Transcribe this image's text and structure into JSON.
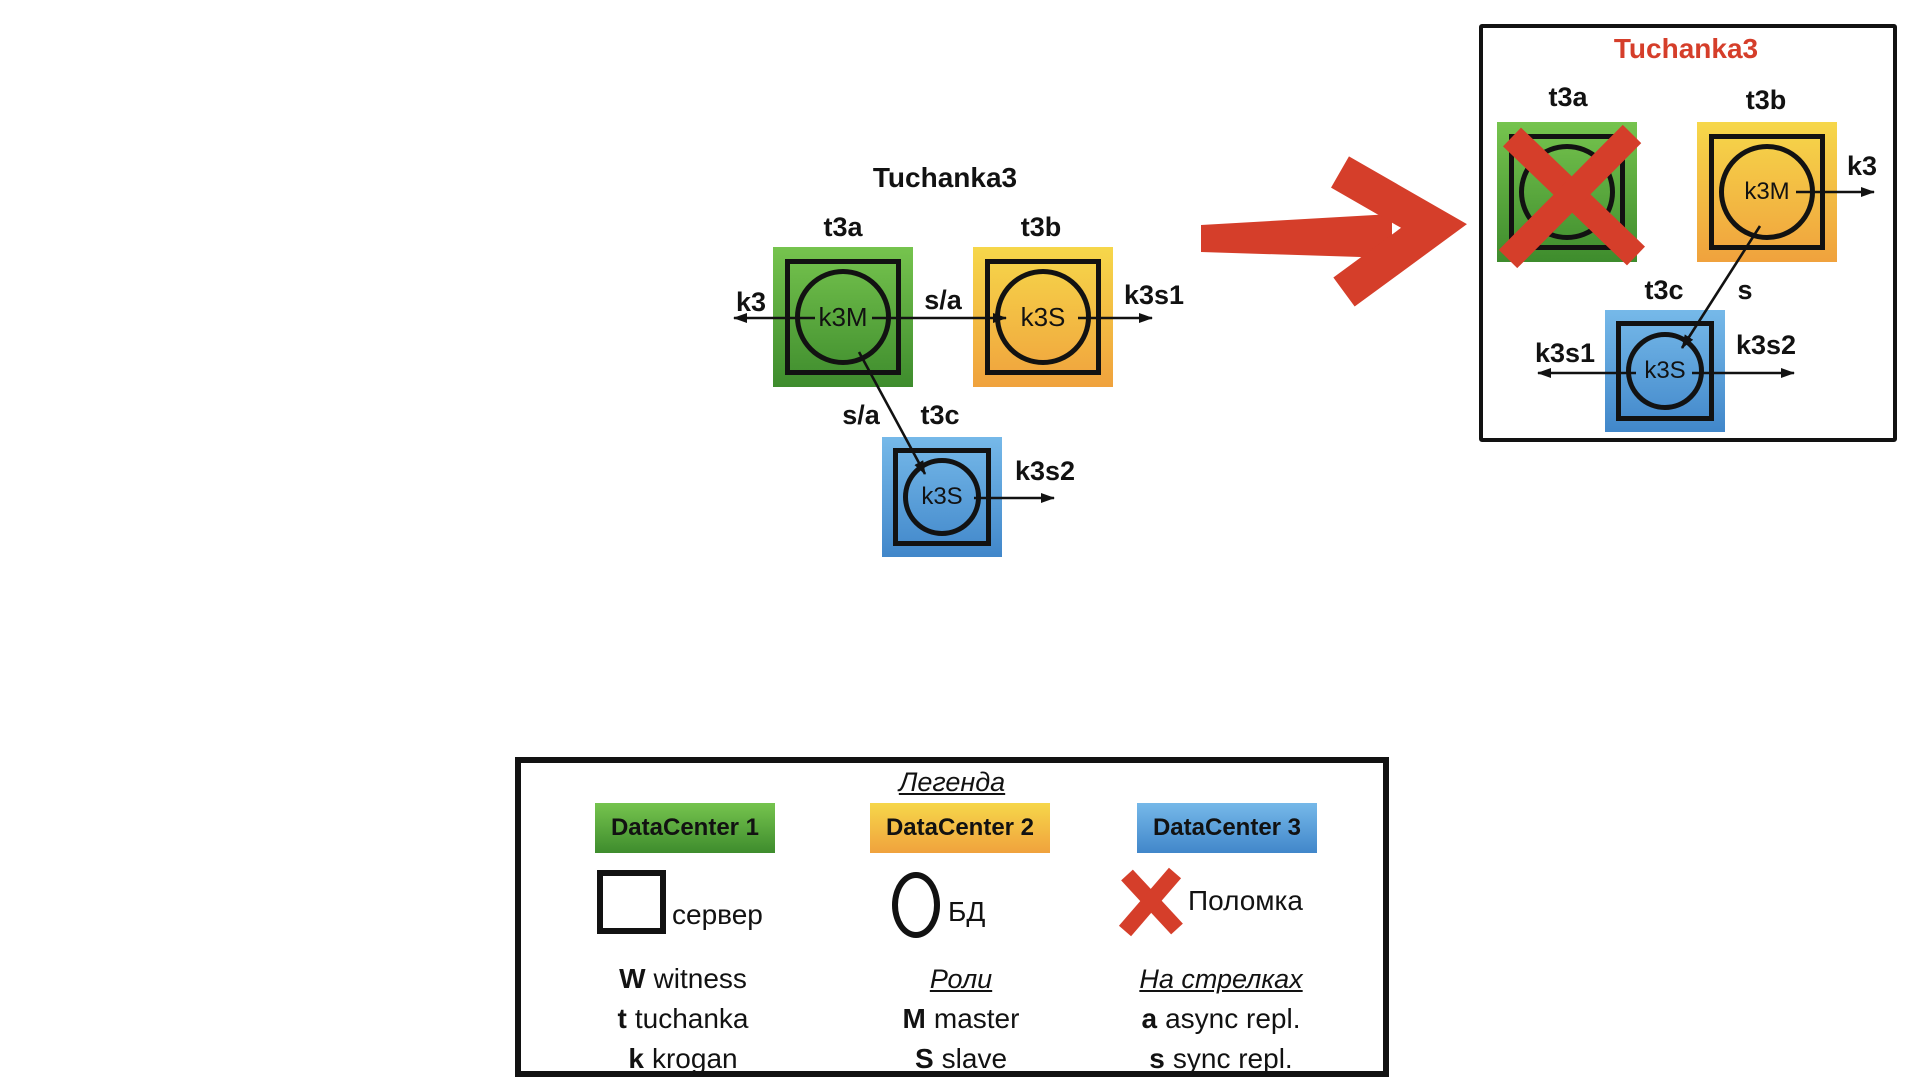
{
  "colors": {
    "datacenter1_green_top": "#76c44e",
    "datacenter1_green_bottom": "#3e8c2d",
    "datacenter2_yellow_top": "#f6d74a",
    "datacenter2_yellow_bottom": "#f0a23d",
    "datacenter3_blue_top": "#76b9e9",
    "datacenter3_blue_bottom": "#4187ca",
    "failure_red": "#d53e2a",
    "line_black": "#121212"
  },
  "left_diagram": {
    "title": "Tuchanka3",
    "nodes": {
      "t3a": {
        "label": "t3a",
        "db": "k3M"
      },
      "t3b": {
        "label": "t3b",
        "db": "k3S"
      },
      "t3c": {
        "label": "t3c",
        "db": "k3S"
      }
    },
    "arrow_labels": {
      "k3": "k3",
      "sa_top": "s/a",
      "k3s1": "k3s1",
      "sa_diag": "s/a",
      "k3s2": "k3s2"
    }
  },
  "right_diagram": {
    "title": "Tuchanka3",
    "nodes": {
      "t3a": {
        "label": "t3a"
      },
      "t3b": {
        "label": "t3b",
        "db": "k3M"
      },
      "t3c": {
        "label": "t3c",
        "db": "k3S"
      }
    },
    "arrow_labels": {
      "k3": "k3",
      "s": "s",
      "k3s1": "k3s1",
      "k3s2": "k3s2"
    }
  },
  "legend": {
    "title": "Легенда",
    "datacenters": [
      {
        "label": "DataCenter 1"
      },
      {
        "label": "DataCenter 2"
      },
      {
        "label": "DataCenter 3"
      }
    ],
    "server_label": "сервер",
    "db_label": "БД",
    "failure_label": "Поломка",
    "name_keys": [
      {
        "key": "W",
        "label": "witness"
      },
      {
        "key": "t",
        "label": "tuchanka"
      },
      {
        "key": "k",
        "label": "krogan"
      }
    ],
    "roles_title": "Роли",
    "roles": [
      {
        "key": "M",
        "label": "master"
      },
      {
        "key": "S",
        "label": "slave"
      }
    ],
    "arrows_title": "На стрелках",
    "arrow_types": [
      {
        "key": "a",
        "label": "async repl."
      },
      {
        "key": "s",
        "label": "sync repl."
      }
    ]
  }
}
